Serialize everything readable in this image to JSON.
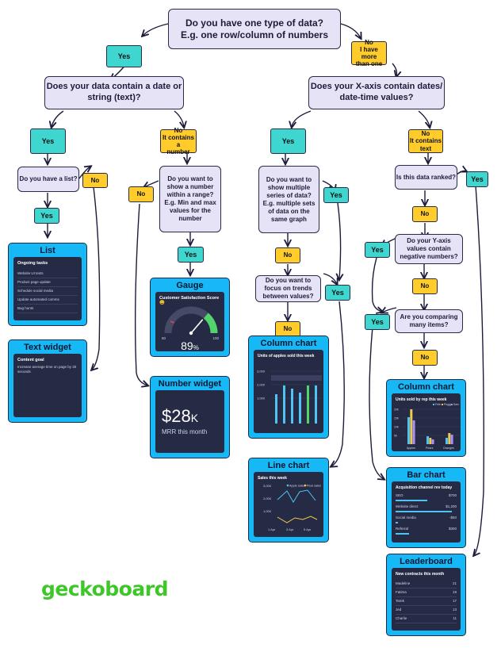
{
  "questions": {
    "q_root": "Do you have one type of data?\nE.g. one row/column of numbers",
    "q_date_string": "Does your data contain a date or\nstring (text)?",
    "q_xaxis": "Does your X-axis contain dates/\ndate-time values?",
    "q_list": "Do you have a list?",
    "q_range": "Do you want to\nshow a number\nwithin a range?\nE.g. Min and max\nvalues for the\nnumber",
    "q_multi_series": "Do you want to\nshow multiple\nseries of data?\nE.g. multiple sets\nof data on the\nsame graph",
    "q_trends": "Do you want to\nfocus on trends\nbetween values?",
    "q_ranked": "Is this data ranked?",
    "q_negative": "Do your Y-axis\nvalues contain\nnegative numbers?",
    "q_comparing": "Are you comparing\nmany items?"
  },
  "answers": {
    "yes": "Yes",
    "no": "No",
    "no_more_than_one": "No\nI have more\nthan one",
    "no_contains_number": "No\nIt contains a\nnumber",
    "no_contains_text": "No\nIt contains\ntext"
  },
  "cards": {
    "list": {
      "title": "List",
      "header": "Ongoing tasks",
      "items": [
        "Website UI tests",
        "Product page update",
        "Schedule social media",
        "Update automated comms",
        "Bug hunts"
      ]
    },
    "text_widget": {
      "title": "Text widget",
      "header": "Content goal",
      "body": "Increase average time on page by 30 seconds"
    },
    "gauge": {
      "title": "Gauge",
      "header": "Customer Satisfaction Score 😀",
      "value": "89",
      "unit": "%",
      "min": "60",
      "max": "100",
      "level": 0.725
    },
    "number_widget": {
      "title": "Number widget",
      "value": "$28",
      "suffix": "K",
      "caption": "MRR this month"
    },
    "column_chart_1": {
      "title": "Column chart",
      "header": "Units of apples sold this week",
      "ticks": [
        "3,000",
        "2,000",
        "1,000"
      ]
    },
    "line_chart": {
      "title": "Line chart",
      "header": "Sales this week",
      "legend": [
        "Apple sales",
        "Pear sales"
      ],
      "yticks": [
        "3,000",
        "2,000",
        "1,000"
      ],
      "xticks": [
        "1 Apr",
        "3 Apr",
        "5 Apr"
      ]
    },
    "column_chart_2": {
      "title": "Column chart",
      "header": "Units sold by rep this week",
      "legend": [
        "Felix",
        "Peggy",
        "Sam"
      ],
      "yticks": [
        "20K",
        "15K",
        "10K",
        "5K"
      ],
      "categories": [
        "Apples",
        "Pears",
        "Oranges"
      ]
    },
    "bar_chart": {
      "title": "Bar chart",
      "header": "Acquisition channel rev today",
      "rows": [
        {
          "label": "SEO",
          "value": "$700",
          "frac": 0.52
        },
        {
          "label": "Website direct",
          "value": "$1,200",
          "frac": 0.92
        },
        {
          "label": "Social media",
          "value": "-$50",
          "frac": 0.04
        },
        {
          "label": "Referral",
          "value": "$300",
          "frac": 0.22
        }
      ]
    },
    "leaderboard": {
      "title": "Leaderboard",
      "header": "New contracts this month",
      "rows": [
        {
          "name": "Madeline",
          "value": "21"
        },
        {
          "name": "Fatima",
          "value": "19"
        },
        {
          "name": "Tarek",
          "value": "17"
        },
        {
          "name": "Jed",
          "value": "13"
        },
        {
          "name": "Charlie",
          "value": "11"
        }
      ]
    }
  },
  "brand": {
    "logo_text": "geckoboard",
    "logo_color": "#3ec728",
    "question_fill": "#e7e3f7",
    "yes_fill": "#3fd6cf",
    "no_fill": "#ffcc2b",
    "card_fill": "#16b8f5"
  }
}
